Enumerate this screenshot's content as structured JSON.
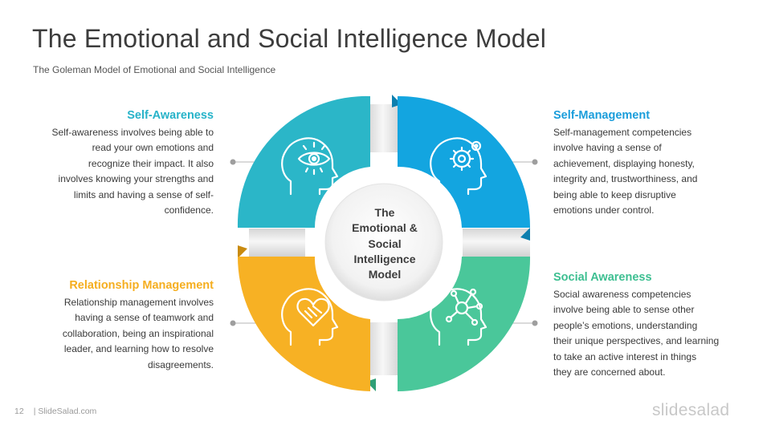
{
  "slide": {
    "title": "The Emotional and Social Intelligence Model",
    "subtitle": "The Goleman Model of Emotional and Social Intelligence",
    "page_number": "12",
    "footer_site": "| SlideSalad.com",
    "brand": "slidesalad"
  },
  "center": {
    "lines": [
      "The",
      "Emotional &",
      "Social",
      "Intelligence",
      "Model"
    ]
  },
  "blocks": {
    "self_awareness": {
      "heading": "Self-Awareness",
      "color": "#27B3C9",
      "lines": [
        "Self-awareness involves being able to",
        "read your own emotions and",
        "recognize their impact. It also",
        "involves knowing your strengths and",
        "limits and having a sense of self-",
        "confidence."
      ]
    },
    "self_management": {
      "heading": "Self-Management",
      "color": "#1A9DDB",
      "lines": [
        "Self-management competencies",
        "involve having a sense of",
        "achievement, displaying honesty,",
        "integrity and, trustworthiness, and",
        "being able to keep disruptive",
        "emotions under control."
      ]
    },
    "relationship_management": {
      "heading": "Relationship Management",
      "color": "#F5AE1F",
      "lines": [
        "Relationship management involves",
        "having a sense of teamwork and",
        "collaboration, being an inspirational",
        "leader, and learning how to resolve",
        "disagreements."
      ]
    },
    "social_awareness": {
      "heading": "Social Awareness",
      "color": "#3DBF91",
      "lines": [
        "Social awareness competencies",
        "involve being able to sense other",
        "people’s emotions, understanding",
        "their unique perspectives, and learning",
        "to take an active interest in things",
        "they are concerned about."
      ]
    }
  },
  "quadrant_colors": {
    "top_left": "#2BB6C8",
    "top_right": "#13A5E0",
    "bottom_left": "#F7B124",
    "bottom_right": "#4AC79A"
  },
  "icons": {
    "top_left": "head-eye-icon",
    "top_right": "head-gear-icon",
    "bottom_left": "head-handshake-heart-icon",
    "bottom_right": "head-network-icon"
  }
}
